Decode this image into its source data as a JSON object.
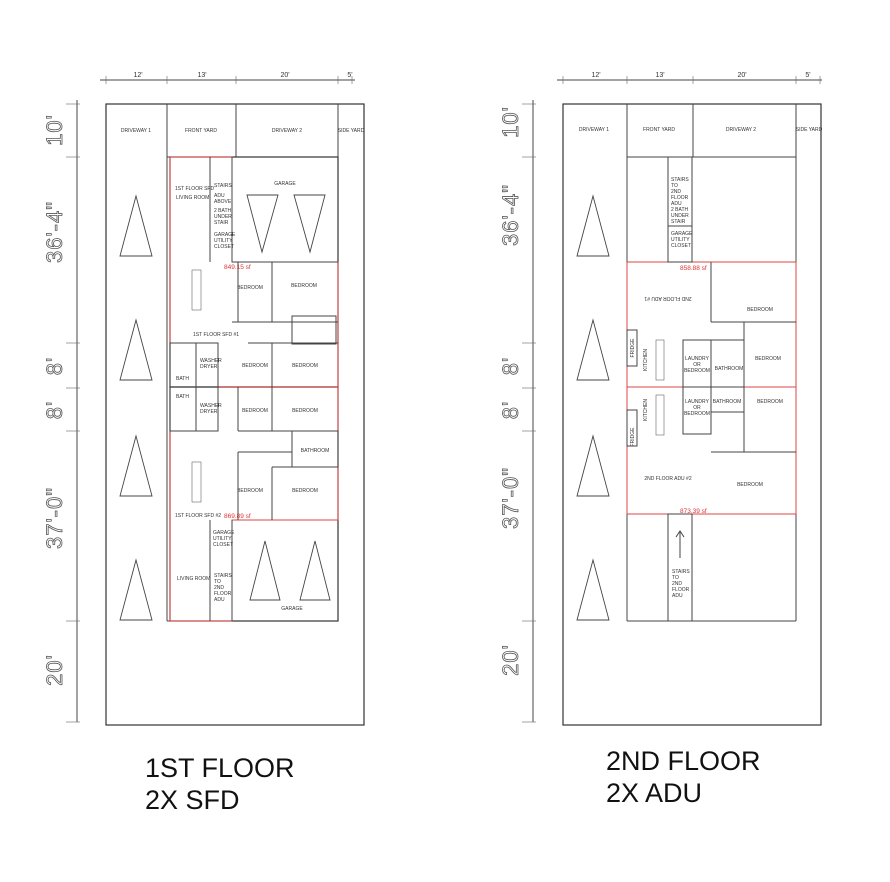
{
  "left_plan": {
    "top_dims": [
      "12'",
      "13'",
      "20'",
      "5'"
    ],
    "side_dims": [
      "10'",
      "36'-4\"",
      "8'",
      "8'",
      "37'-0\"",
      "20'"
    ],
    "top_zones": [
      "DRIVEWAY 1",
      "FRONT YARD",
      "DRIVEWAY 2",
      "SIDE YARD"
    ],
    "rooms": {
      "first_floor_sfd": "1ST FLOOR SFD",
      "living_room_1": "LIVING ROOM",
      "stairs_adu_above": [
        "STAIRS",
        "ADU",
        "ABOVE"
      ],
      "bath_under_stair": [
        "2 BATH",
        "UNDER",
        "STAIR"
      ],
      "garage_utility_closet_1": [
        "GARAGE",
        "UTILITY",
        "CLOSET"
      ],
      "garage_1": "GARAGE",
      "bedroom_a": "BEDROOM",
      "bedroom_b": "BEDROOM",
      "sfd_1_label": "1ST FLOOR SFD #1",
      "bedroom_c": "BEDROOM",
      "bedroom_d": "BEDROOM",
      "washer_dryer_1": [
        "WASHER",
        "DRYER"
      ],
      "bath_1": "BATH",
      "washer_dryer_2": [
        "WASHER",
        "DRYER"
      ],
      "bath_2": "BATH",
      "bedroom_e": "BEDROOM",
      "bedroom_f": "BEDROOM",
      "bathroom": "BATHROOM",
      "bedroom_g": "BEDROOM",
      "bedroom_h": "BEDROOM",
      "sfd_2_label": "1ST FLOOR SFD #2",
      "garage_utility_closet_2": [
        "GARAGE",
        "UTILITY",
        "CLOSET"
      ],
      "living_room_2": "LIVING ROOM",
      "stairs_to_adu": [
        "STAIRS",
        "TO",
        "2ND",
        "FLOOR",
        "ADU"
      ],
      "garage_2": "GARAGE"
    },
    "areas": [
      "849.15 sf",
      "869.89 sf"
    ],
    "caption": [
      "1ST FLOOR",
      "2X SFD"
    ]
  },
  "right_plan": {
    "top_dims": [
      "12'",
      "13'",
      "20'",
      "5'"
    ],
    "side_dims": [
      "10'",
      "36'-4\"",
      "8'",
      "8'",
      "37'-0\"",
      "20'"
    ],
    "top_zones": [
      "DRIVEWAY 1",
      "FRONT YARD",
      "DRIVEWAY 2",
      "SIDE YARD"
    ],
    "rooms": {
      "stairs_stack": [
        "STAIRS",
        "TO",
        "2ND",
        "FLOOR",
        "ADU",
        "2 BATH",
        "UNDER",
        "STAIR"
      ],
      "garage_utility_closet": [
        "GARAGE",
        "UTILITY",
        "CLOSET"
      ],
      "adu_1_label": "2ND FLOOR ADU #1",
      "bedroom_1": "BEDROOM",
      "fridge_1": "FRIDGE",
      "kitchen_1": "KITCHEN",
      "laundry_1": [
        "LAUNDRY",
        "OR",
        "BEDROOM"
      ],
      "bathroom_1": "BATHROOM",
      "bedroom_2": "BEDROOM",
      "kitchen_2": "KITCHEN",
      "fridge_2": "FRIDGE",
      "laundry_2": [
        "LAUNDRY",
        "OR",
        "BEDROOM"
      ],
      "bathroom_2": "BATHROOM",
      "bedroom_3": "BEDROOM",
      "adu_2_label": "2ND FLOOR ADU #2",
      "bedroom_4": "BEDROOM",
      "stairs_to_adu": [
        "STAIRS",
        "TO",
        "2ND",
        "FLOOR",
        "ADU"
      ]
    },
    "areas": [
      "858.88 sf",
      "873.39 sf"
    ],
    "caption": [
      "2ND FLOOR",
      "2X ADU"
    ]
  },
  "colors": {
    "wall": "#333333",
    "area_line": "#dd4444",
    "area_text": "#dd3333"
  }
}
